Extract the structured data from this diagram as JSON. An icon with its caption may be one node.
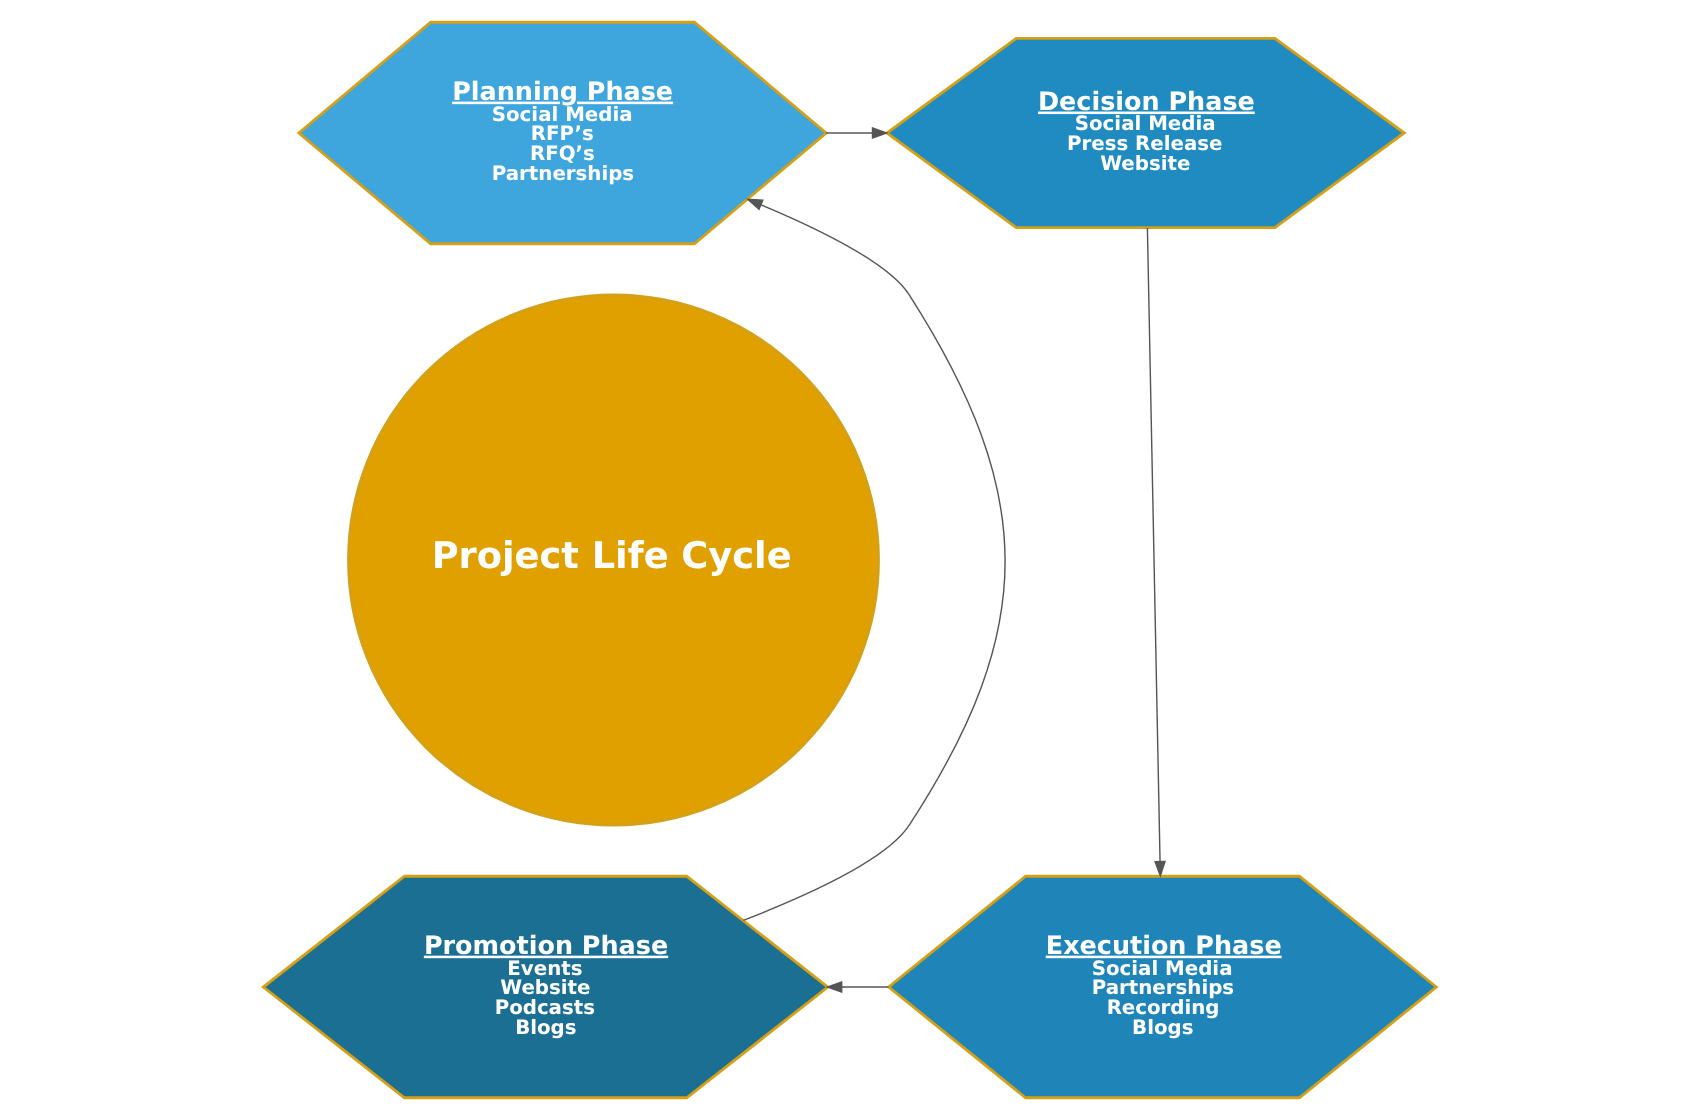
{
  "diagram": {
    "nodes": [
      {
        "text": [
          "Planning Phase",
          "Social Media",
          "RFP’s",
          "RFQ’s",
          "Partnerships"
        ]
      },
      {
        "text": [
          "Decision Phase",
          "Social Media",
          "Press Release",
          "Website"
        ]
      },
      {
        "text": [
          "Project Life Cycle"
        ]
      },
      {
        "text": [
          "Promotion Phase",
          "Events",
          "Website",
          "Podcasts",
          "Blogs"
        ]
      },
      {
        "text": [
          "Execution Phase",
          "Social Media",
          "Partnerships",
          "Recording",
          "Blogs"
        ]
      }
    ],
    "edges": [
      {
        "from": 0,
        "to": 1,
        "arrow": "to"
      },
      {
        "from": 1,
        "to": 4,
        "arrow": "to"
      },
      {
        "from": 4,
        "to": 3,
        "arrow": "to"
      },
      {
        "from": 3,
        "to": 0,
        "arrow": "to"
      }
    ]
  }
}
